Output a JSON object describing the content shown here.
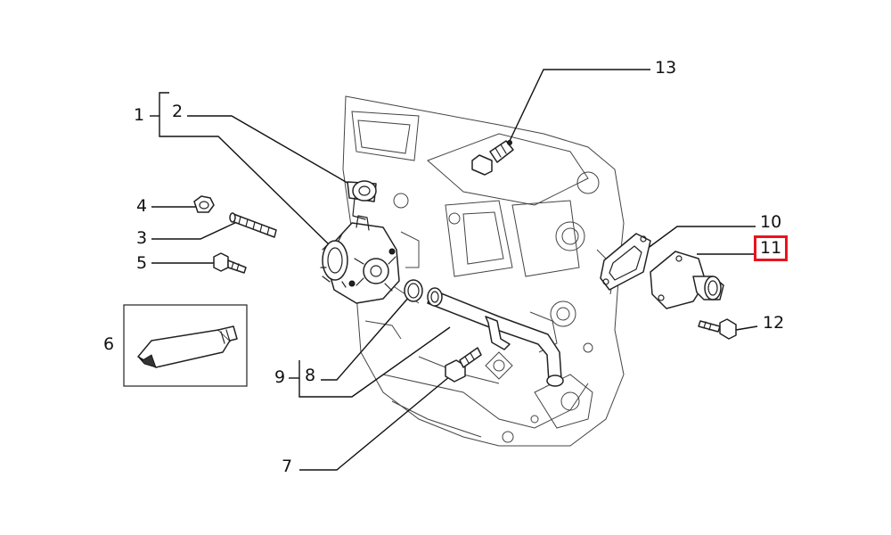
{
  "callouts": {
    "c1": "1",
    "c2": "2",
    "c3": "3",
    "c4": "4",
    "c5": "5",
    "c6": "6",
    "c7": "7",
    "c8": "8",
    "c9": "9",
    "c10": "10",
    "c11": "11",
    "c12": "12",
    "c13": "13"
  },
  "highlight": {
    "callout": "11",
    "color": "#e8141e"
  }
}
